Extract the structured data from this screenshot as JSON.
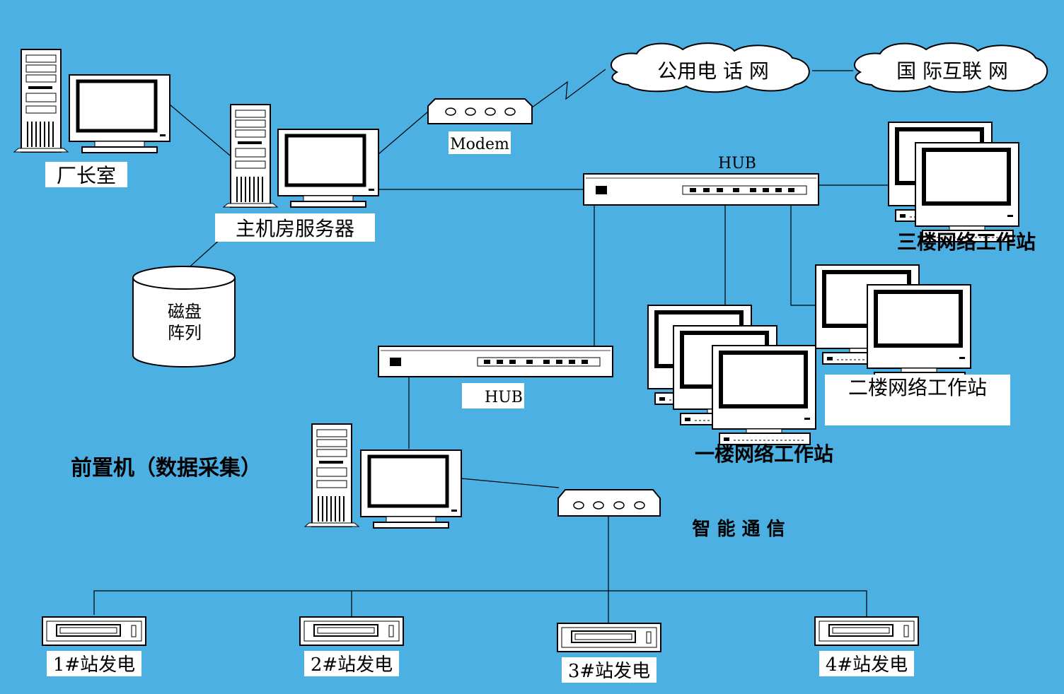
{
  "diagram": {
    "colors": {
      "background": "#4DB0E3",
      "device": "#FFFFFF",
      "line": "#000000",
      "label_bg": "#FFFFFF"
    },
    "nodes": {
      "factory_office": {
        "label": "厂长室",
        "icon": "workstation-icon"
      },
      "main_server": {
        "label": "主机房服务器",
        "icon": "server-icon"
      },
      "disk_array": {
        "label_line1": "磁盘",
        "label_line2": "阵列",
        "icon": "disk-array-icon"
      },
      "modem": {
        "label": "Modem",
        "icon": "modem-icon"
      },
      "pstn": {
        "label": "公用电 话 网",
        "icon": "cloud-icon"
      },
      "internet": {
        "label": "国 际互联 网",
        "icon": "cloud-icon"
      },
      "hub_top": {
        "label": "HUB",
        "icon": "hub-icon"
      },
      "hub_mid": {
        "label": "HUB",
        "icon": "hub-icon"
      },
      "third_floor": {
        "label": "三楼网络工作站",
        "icon": "workstation-group-icon"
      },
      "second_floor": {
        "label": "二楼网络工作站",
        "icon": "workstation-group-icon"
      },
      "first_floor": {
        "label": "一楼网络工作站",
        "icon": "workstation-group-icon"
      },
      "front_end": {
        "label": "前置机（数据采集）",
        "icon": "server-icon"
      },
      "smart_comm": {
        "label": "智 能 通 信",
        "icon": "modem-icon"
      },
      "station1": {
        "label": "1#站发电",
        "icon": "rack-unit-icon"
      },
      "station2": {
        "label": "2#站发电",
        "icon": "rack-unit-icon"
      },
      "station3": {
        "label": "3#站发电",
        "icon": "rack-unit-icon"
      },
      "station4": {
        "label": "4#站发电",
        "icon": "rack-unit-icon"
      }
    }
  }
}
